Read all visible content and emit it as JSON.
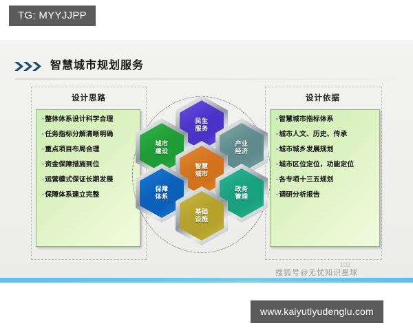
{
  "top_badge": {
    "text": "TG: MYYJJPP"
  },
  "slide": {
    "title": "智慧城市规划服务",
    "chevron_icon": "triple-chevron-right-icon",
    "left_column": {
      "heading": "设计思路",
      "bullet": "·",
      "items": [
        "整体体系设计科学合理",
        "任务指标分解清晰明确",
        "重点项目布局合理",
        "资金保障措施到位",
        "运营模式保证长期发展",
        "保障体系建立完整"
      ]
    },
    "right_column": {
      "heading": "设计依据",
      "bullet": "·",
      "items": [
        "智慧城市指标体系",
        "城市人文、历史、传承",
        "城市城乡发展规划",
        "城市区位定位，功能定位",
        "各专项十三五规划",
        "调研分析报告"
      ]
    },
    "hexagons": [
      {
        "id": "minsheng",
        "line1": "民生",
        "line2": "服务",
        "color": "#4b32c8",
        "color2": "#6a4fe0"
      },
      {
        "id": "chengshi",
        "line1": "城市",
        "line2": "建设",
        "color": "#1f9c36",
        "color2": "#34b54a"
      },
      {
        "id": "chanye",
        "line1": "产业",
        "line2": "经济",
        "color": "#5f8b8c",
        "color2": "#7ea6a6"
      },
      {
        "id": "zhihui",
        "line1": "智慧",
        "line2": "城市",
        "color": "#d2731c",
        "color2": "#e0893a"
      },
      {
        "id": "baozhang",
        "line1": "保障",
        "line2": "体系",
        "color": "#0c60b8",
        "color2": "#1d7cd6"
      },
      {
        "id": "zhengwu",
        "line1": "政务",
        "line2": "管理",
        "color": "#19a07e",
        "color2": "#2cb894"
      },
      {
        "id": "jichu",
        "line1": "基础",
        "line2": "设施",
        "color": "#b5a22c",
        "color2": "#c9b845"
      }
    ],
    "watermark": "搜狐号@无忧知识星球",
    "watermark_number": "102"
  },
  "bottom_badge": {
    "url": "www.kaiyutiyudenglu.com"
  },
  "colors": {
    "badge_bg": "#5b5b5b",
    "blue_bar": "#62bdf0",
    "panel_green": "#d9f0bd",
    "title_text": "#1a1a1a"
  }
}
